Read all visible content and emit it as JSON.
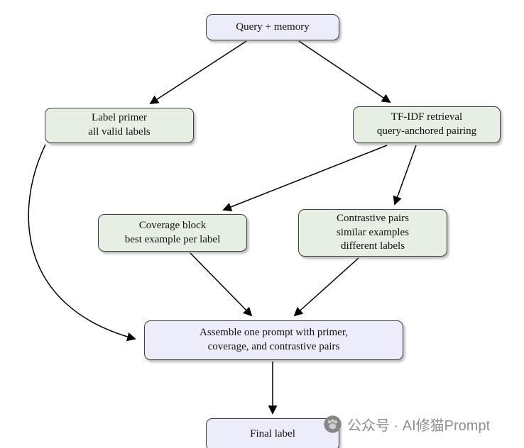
{
  "diagram": {
    "nodes": {
      "query": {
        "label": "Query + memory"
      },
      "primer": {
        "label": "Label primer\nall valid labels"
      },
      "tfidf": {
        "label": "TF-IDF retrieval\nquery-anchored pairing"
      },
      "coverage": {
        "label": "Coverage block\nbest example per label"
      },
      "contrastive": {
        "label": "Contrastive pairs\nsimilar examples\ndifferent labels"
      },
      "assemble": {
        "label": "Assemble one prompt with primer,\ncoverage, and contrastive pairs"
      },
      "final": {
        "label": "Final label"
      }
    },
    "colors": {
      "node_lavender": "#ececfb",
      "node_green": "#e6efe1",
      "border": "#3d3d3d",
      "arrow": "#000000",
      "background": "#ffffff"
    }
  },
  "watermark": {
    "text": "公众号 · AI修猫Prompt",
    "color": "#8f8f8f",
    "icon": "paw-icon"
  }
}
